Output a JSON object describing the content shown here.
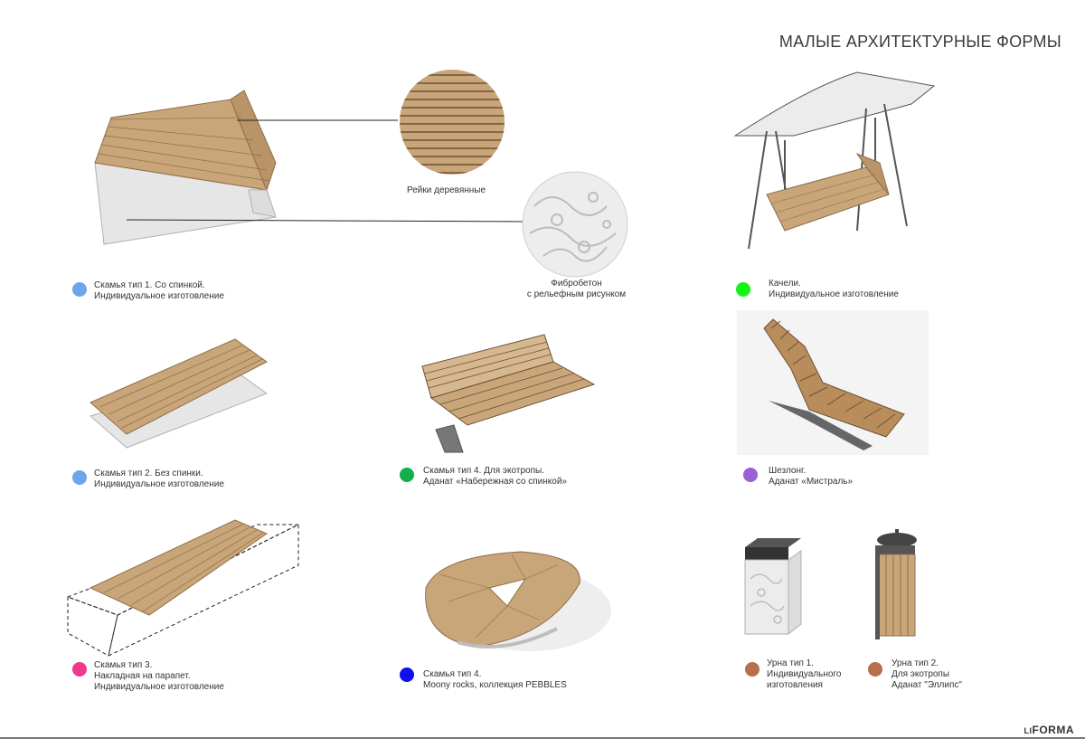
{
  "page_title": "МАЛЫЕ АРХИТЕКТУРНЫЕ ФОРМЫ",
  "logo_text": "FORMA",
  "logo_prefix": "LI",
  "colors": {
    "wood": "#c9a57a",
    "wood_dark": "#8f6e48",
    "concrete": "#e6e6e6",
    "blue": "#6fa3ea",
    "green": "#13f513",
    "teal_green": "#12b04a",
    "purple": "#9b5fd6",
    "pink": "#f0388c",
    "deep_blue": "#1010ee",
    "brown": "#b96f4c"
  },
  "materials": {
    "wood_label": "Рейки деревянные",
    "fibro_label_line1": "Фибробетон",
    "fibro_label_line2": "с рельефным рисунком"
  },
  "items": {
    "bench1": {
      "line1": "Скамья тип 1. Со спинкой.",
      "line2": "Индивидуальное изготовление"
    },
    "bench2": {
      "line1": "Скамья тип 2. Без спинки.",
      "line2": "Индивидуальное изготовление"
    },
    "bench3": {
      "line1": "Скамья тип 3.",
      "line2": "Накладная на парапет.",
      "line3": "Индивидуальное изготовление"
    },
    "bench4": {
      "line1": "Скамья тип 4. Для экотропы.",
      "line2": "Аданат «Набережная со спинкой»"
    },
    "bench_pebbles": {
      "line1": "Скамья тип 4.",
      "line2": "Moony rocks, коллекция PEBBLES"
    },
    "swing": {
      "line1": "Качели.",
      "line2": "Индивидуальное изготовление"
    },
    "lounger": {
      "line1": "Шезлонг.",
      "line2": "Аданат «Мистраль»"
    },
    "urn1": {
      "line1": "Урна тип 1.",
      "line2": "Индивидуального",
      "line3": "изготовления"
    },
    "urn2": {
      "line1": "Урна тип 2.",
      "line2": "Для экотропы",
      "line3": "Аданат \"Эллипс\""
    }
  }
}
